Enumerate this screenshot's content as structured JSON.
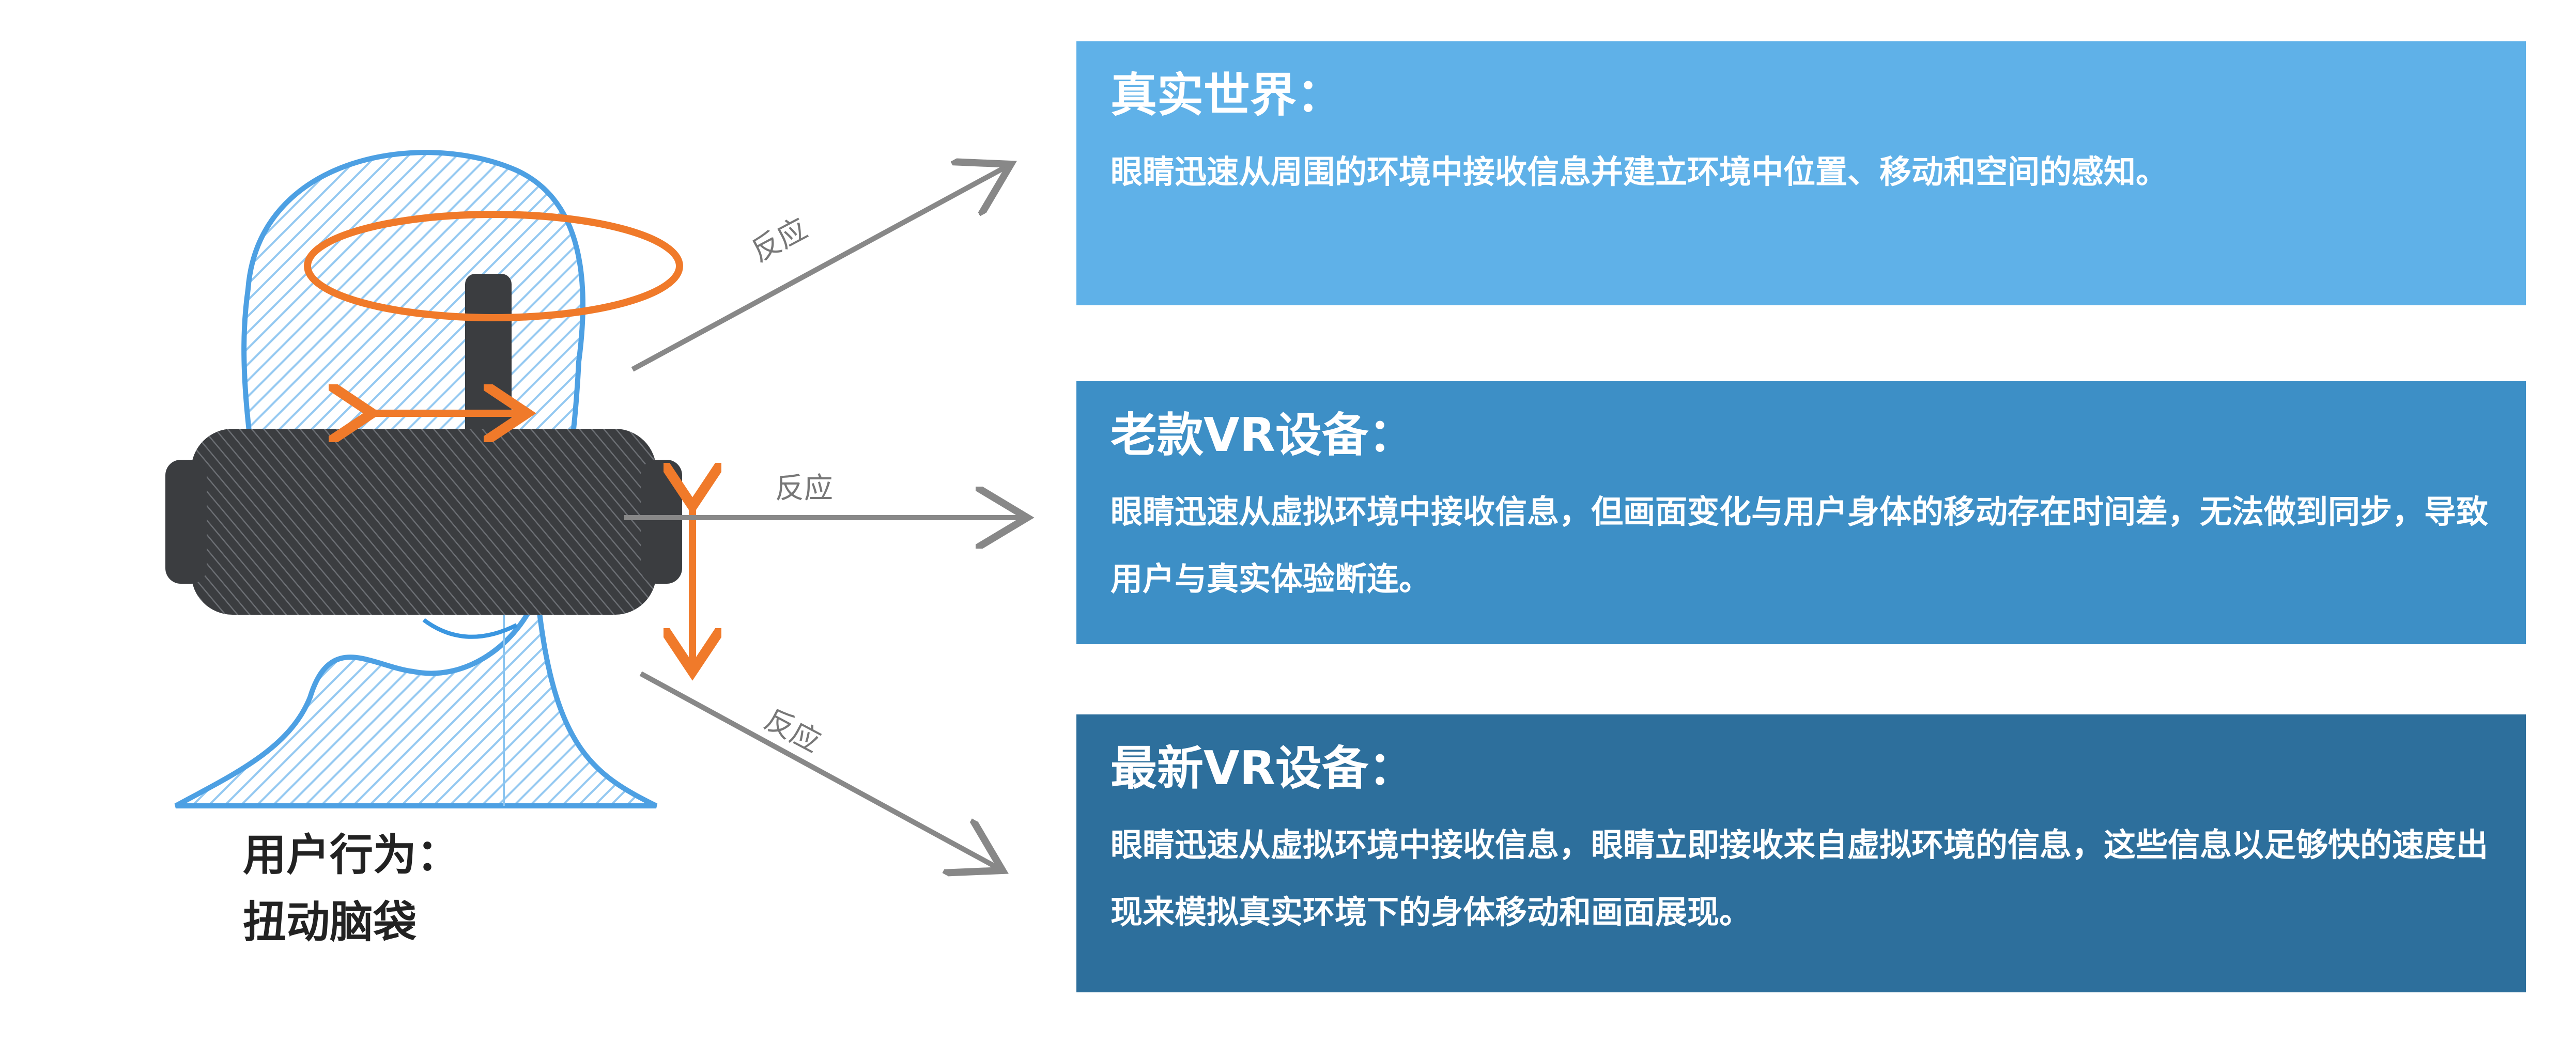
{
  "user_action": {
    "line1": "用户行为：",
    "line2": "扭动脑袋"
  },
  "arrows": [
    {
      "label": "反应"
    },
    {
      "label": "反应"
    },
    {
      "label": "反应"
    }
  ],
  "boxes": [
    {
      "title": "真实世界：",
      "body": "眼睛迅速从周围的环境中接收信息并建立环境中位置、移动和空间的感知。",
      "color": "#5fb1e8"
    },
    {
      "title": "老款VR设备：",
      "body": "眼睛迅速从虚拟环境中接收信息，但画面变化与用户身体的移动存在时间差，无法做到同步，导致用户与真实体验断连。",
      "color": "#3d8fc6"
    },
    {
      "title": "最新VR设备：",
      "body": "眼睛迅速从虚拟环境中接收信息，眼睛立即接收来自虚拟环境的信息，这些信息以足够快的速度出现来模拟真实环境下的身体移动和画面展现。",
      "color": "#2d6f9c"
    }
  ],
  "colors": {
    "head": "#3a96e0",
    "headset": "#3b3d40",
    "motion": "#f07a2a",
    "arrow": "#888888"
  }
}
